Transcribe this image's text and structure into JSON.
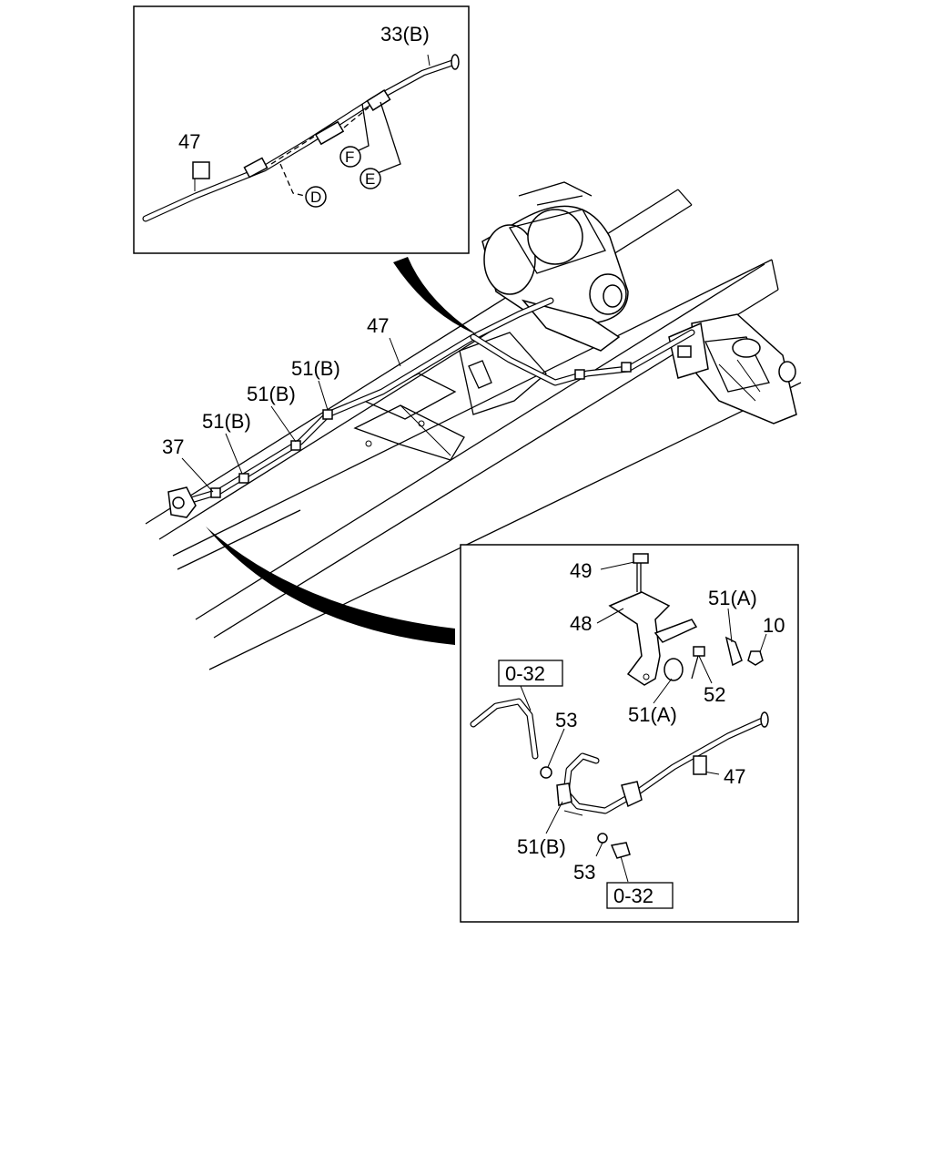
{
  "labels": {
    "inset_top_33b": "33(B)",
    "inset_top_47": "47",
    "inset_top_d": "D",
    "inset_top_e": "E",
    "inset_top_f": "F",
    "main_47": "47",
    "main_51b_1": "51(B)",
    "main_51b_2": "51(B)",
    "main_51b_3": "51(B)",
    "main_37": "37",
    "detail_49": "49",
    "detail_48": "48",
    "detail_51a_top": "51(A)",
    "detail_10": "10",
    "detail_52": "52",
    "detail_51a_bottom": "51(A)",
    "detail_ref_top": "0-32",
    "detail_53_top": "53",
    "detail_47": "47",
    "detail_51b": "51(B)",
    "detail_53_bottom": "53",
    "detail_ref_bottom": "0-32"
  }
}
